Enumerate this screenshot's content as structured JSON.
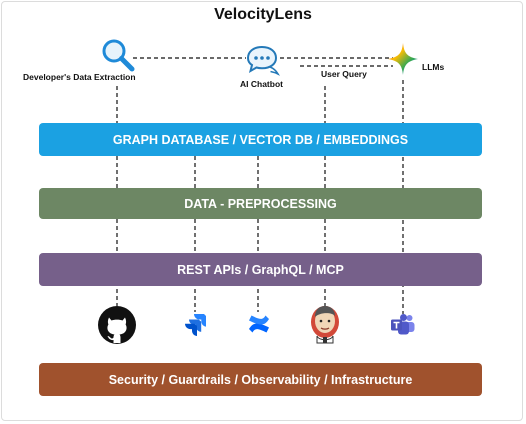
{
  "title": "VelocityLens",
  "top_nodes": {
    "data_extraction": {
      "label": "Developer's Data Extraction",
      "icon": "search-icon"
    },
    "chatbot": {
      "label": "AI Chatbot",
      "icon": "chat-bubbles-icon"
    },
    "user_query": {
      "label": "User Query"
    },
    "llms": {
      "label": "LLMs",
      "icon": "gemini-star-icon"
    }
  },
  "layers": {
    "graph_db": {
      "label": "GRAPH DATABASE / VECTOR DB / EMBEDDINGS",
      "color": "#1BA1E2"
    },
    "preprocessing": {
      "label": "DATA - PREPROCESSING",
      "color": "#6D8764"
    },
    "apis": {
      "label": "REST APIs / GraphQL / MCP",
      "color": "#76608A"
    },
    "infra": {
      "label": "Security / Guardrails / Observability / Infrastructure",
      "color": "#A0522D"
    }
  },
  "tools": [
    "github-icon",
    "jira-icon",
    "confluence-icon",
    "jenkins-icon",
    "teams-icon"
  ]
}
